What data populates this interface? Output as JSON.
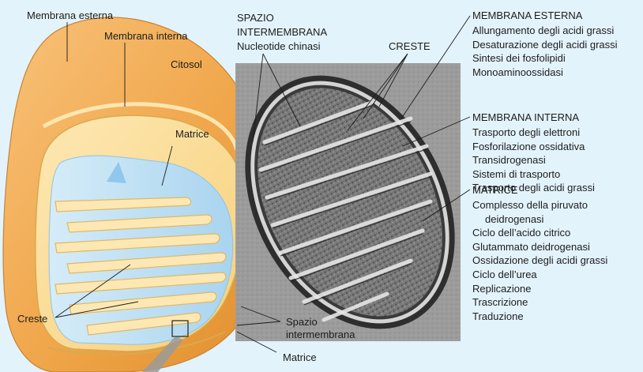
{
  "diagram": {
    "labels": {
      "membrana_esterna": "Membrana esterna",
      "membrana_interna": "Membrana interna",
      "citosol": "Citosol",
      "matrice_top": "Matrice",
      "creste_left": "Creste",
      "spazio_intermembrana_bottom_l1": "Spazio",
      "spazio_intermembrana_bottom_l2": "intermembrana",
      "matrice_bottom": "Matrice"
    },
    "micrograph": {
      "spazio_l1": "SPAZIO",
      "spazio_l2": "INTERMEMBRANA",
      "spazio_l3": "Nucleotide chinasi",
      "creste": "CRESTE"
    },
    "functions": {
      "membrana_esterna": {
        "title": "MEMBRANA ESTERNA",
        "items": [
          "Allungamento  degli acidi grassi",
          "Desaturazione degli acidi grassi",
          "Sintesi dei fosfolipidi",
          "Monoaminoossidasi"
        ]
      },
      "membrana_interna": {
        "title": "MEMBRANA INTERNA",
        "items": [
          "Trasporto degli elettroni",
          "Fosforilazione ossidativa",
          "Transidrogenasi",
          "Sistemi di trasporto",
          "Trasporto degli acidi grassi"
        ]
      },
      "matrice": {
        "title": "MATRICE",
        "items": [
          "Complesso della piruvato",
          "deidrogenasi",
          "Ciclo dell’acido citrico",
          "Glutammato deidrogenasi",
          "Ossidazione degli acidi grassi",
          "Ciclo dell’urea",
          "Replicazione",
          "Trascrizione",
          "Traduzione"
        ]
      }
    },
    "colors": {
      "background": "#e3f3fc",
      "outer_membrane": "#f0a64a",
      "inner_membrane": "#fbd98a",
      "matrix": "#bfe0f4",
      "micrograph": "#9a9a9a"
    }
  }
}
